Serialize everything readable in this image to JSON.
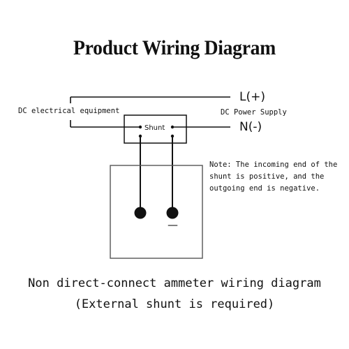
{
  "title": "Product Wiring Diagram",
  "labels": {
    "dc_equipment": "DC electrical equipment",
    "dc_power_supply": "DC Power Supply",
    "line_positive": "L(+)",
    "line_negative": "N(-)",
    "shunt": "Shunt",
    "meter_negative": "—"
  },
  "note": "Note: The incoming end of the shunt is positive, and the outgoing end is negative.",
  "caption": {
    "line1": "Non direct-connect ammeter wiring diagram",
    "line2": "(External shunt is required)"
  },
  "colors": {
    "ink": "#111111",
    "background": "#ffffff",
    "meter_border": "#555555"
  }
}
